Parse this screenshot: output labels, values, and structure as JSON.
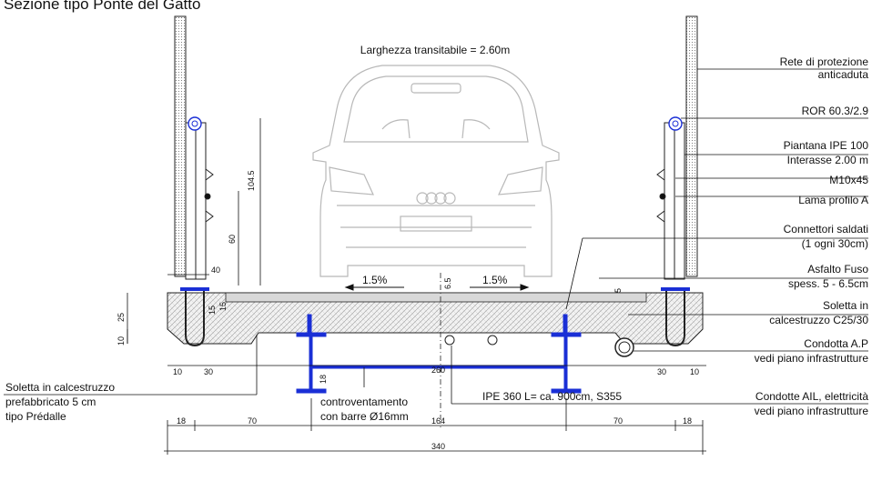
{
  "title": "Sezione tipo Ponte del Gatto",
  "deck_width_label": "Larghezza transitabile = 2.60m",
  "slopes": {
    "left": "1.5%",
    "right": "1.5%"
  },
  "annotations_right": [
    {
      "lines": [
        "Rete di protezione",
        "anticaduta"
      ]
    },
    {
      "lines": [
        "ROR 60.3/2.9"
      ]
    },
    {
      "lines": [
        "Piantana IPE 100",
        "Interasse 2.00 m"
      ]
    },
    {
      "lines": [
        "M10x45"
      ]
    },
    {
      "lines": [
        "Lama profilo A"
      ]
    },
    {
      "lines": [
        "Connettori saldati",
        "(1 ogni 30cm)"
      ]
    },
    {
      "lines": [
        "Asfalto Fuso",
        "spess. 5 - 6.5cm"
      ]
    },
    {
      "lines": [
        "Soletta in",
        "calcestruzzo C25/30"
      ]
    },
    {
      "lines": [
        "Condotta A.P",
        "vedi piano infrastrutture"
      ]
    },
    {
      "lines": [
        "Condotte AIL, elettricità",
        "vedi piano infrastrutture"
      ]
    }
  ],
  "annotations_left": {
    "predalle": [
      "Soletta in calcestruzzo",
      "prefabbricato 5 cm",
      "tipo Prédalle"
    ]
  },
  "annotations_center": {
    "bracing": [
      "controventamento",
      "con barre Ø16mm"
    ],
    "beam": "IPE 360 L= ca. 900cm, S355"
  },
  "dimensions": {
    "post_height": "104.5",
    "rail_height": "60",
    "post_base": "40",
    "slab_thickness": "25",
    "slab_edge": "15",
    "slab_inner": "15",
    "slab_low": "10",
    "asphalt_top": "6.5",
    "asphalt_edge": "5",
    "edge_left_a": "10",
    "edge_left_b": "30",
    "beam_spacing": "260",
    "edge_right_a": "30",
    "edge_right_b": "10",
    "bracing_drop": "18",
    "bottom_row": [
      "18",
      "70",
      "164",
      "70",
      "18"
    ],
    "total_width": "340"
  },
  "colors": {
    "steel_blue": "#1a2fd6",
    "line": "#222222",
    "car": "#b8b8b8"
  }
}
